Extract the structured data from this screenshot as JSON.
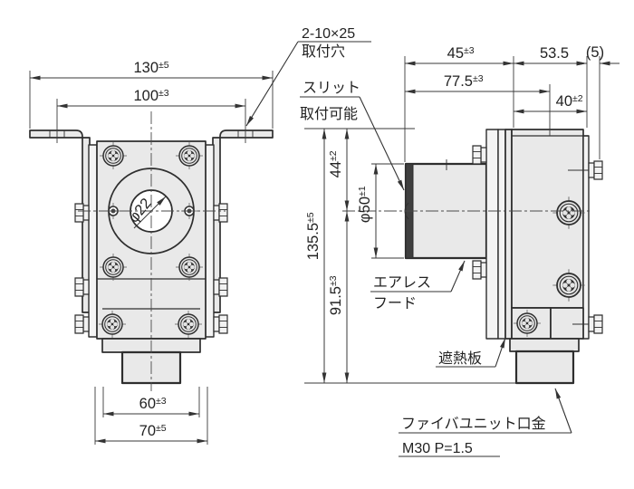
{
  "drawing": {
    "front_view": {
      "dim_bracket_width": {
        "value": "130",
        "tol": "±5"
      },
      "dim_hole_pitch": {
        "value": "100",
        "tol": "±3"
      },
      "dim_body_width": {
        "value": "60",
        "tol": "±3"
      },
      "dim_base_width": {
        "value": "70",
        "tol": "±5"
      },
      "dim_center_hole": "φ22"
    },
    "side_view": {
      "dim_hood_depth": {
        "value": "45",
        "tol": "±3"
      },
      "dim_body_depth": "53.5",
      "dim_bolt_ref": "(5)",
      "dim_slit_depth": {
        "value": "77.5",
        "tol": "±3"
      },
      "dim_top_depth": {
        "value": "40",
        "tol": "±2"
      },
      "dim_center_height": {
        "value": "44",
        "tol": "±2"
      },
      "dim_hood_dia": {
        "value": "φ50",
        "tol": "±1"
      },
      "dim_total_height": {
        "value": "135.5",
        "tol": "±5"
      },
      "dim_lower_height": {
        "value": "91.5",
        "tol": "±3"
      }
    },
    "callouts": {
      "mounting_hole_line1": "2-10×25",
      "mounting_hole_line2": "取付穴",
      "slit_line1": "スリット",
      "slit_line2": "取付可能",
      "hood_line1": "エアレス",
      "hood_line2": "フード",
      "heat_shield": "遮熱板",
      "fiber_line1": "ファイバユニット口金",
      "fiber_line2": "M30  P=1.5"
    },
    "colors": {
      "line": "#2e2e2e",
      "fill": "#e9e9e9",
      "slit_band": "#3f3f3f",
      "background": "#ffffff"
    }
  }
}
